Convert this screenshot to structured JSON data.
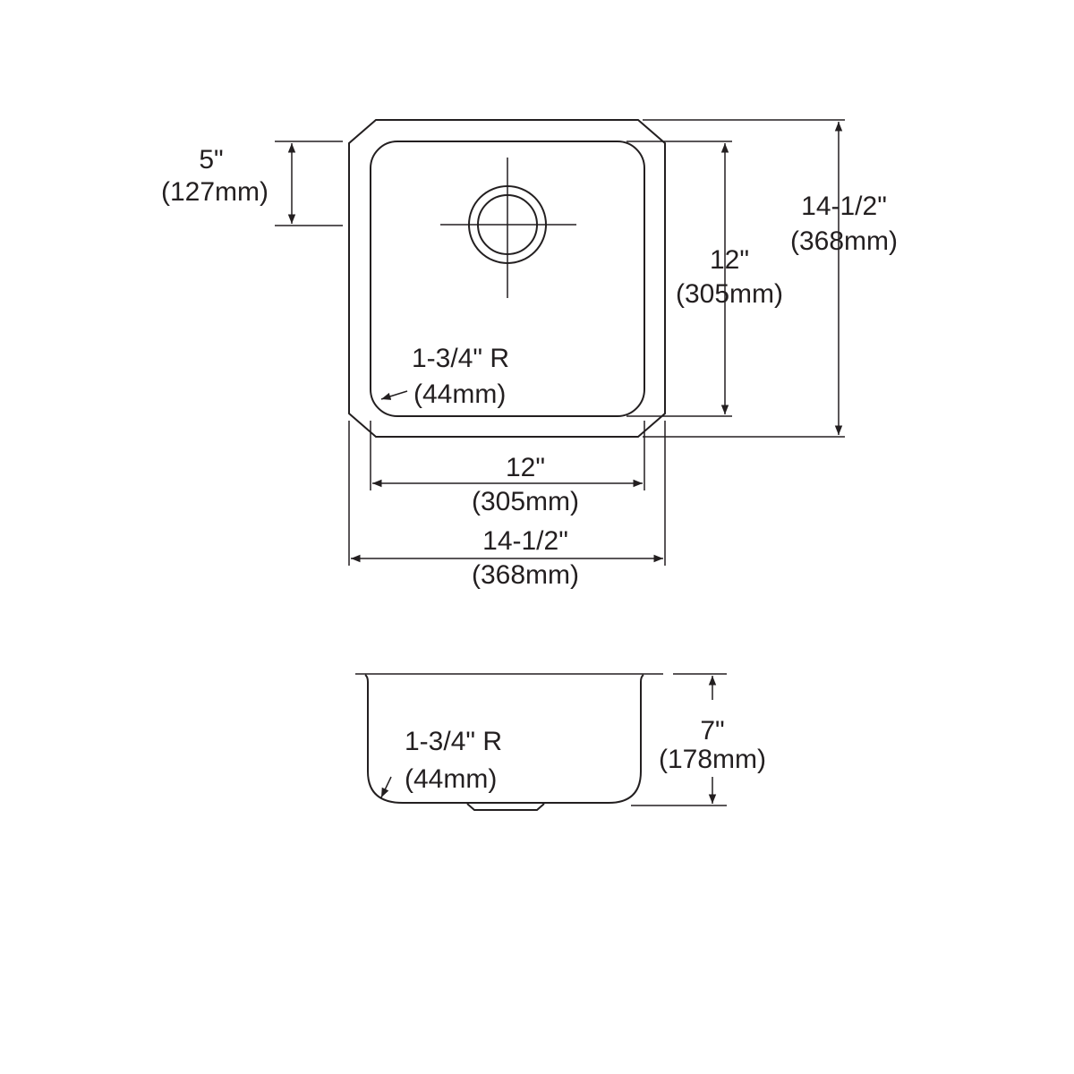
{
  "top_view": {
    "drain_offset": {
      "inches": "5\"",
      "mm": "(127mm)"
    },
    "bowl_length": {
      "inches": "12\"",
      "mm": "(305mm)"
    },
    "overall_length": {
      "inches": "14-1/2\"",
      "mm": "(368mm)"
    },
    "bowl_width": {
      "inches": "12\"",
      "mm": "(305mm)"
    },
    "overall_width": {
      "inches": "14-1/2\"",
      "mm": "(368mm)"
    },
    "corner_radius": {
      "inches": "1-3/4\" R",
      "mm": "(44mm)"
    }
  },
  "side_view": {
    "depth": {
      "inches": "7\"",
      "mm": "(178mm)"
    },
    "corner_radius": {
      "inches": "1-3/4\" R",
      "mm": "(44mm)"
    }
  },
  "colors": {
    "line": "#231f20",
    "background": "#ffffff"
  }
}
